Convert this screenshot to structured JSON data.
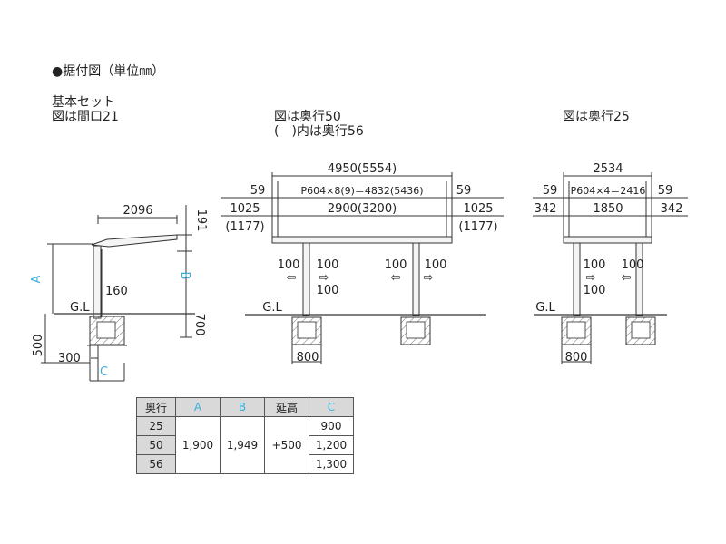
{
  "header": {
    "title": "●据付図（単位㎜）",
    "set_label": "基本セット",
    "set_sub": "図は間口21"
  },
  "front_view": {
    "width": "2096",
    "roof_h": "191",
    "label_a": "A",
    "label_b": "B",
    "post": "160",
    "gl": "G.L",
    "depth_700": "700",
    "depth_500": "500",
    "base_300": "300",
    "label_c": "C"
  },
  "mid_view": {
    "caption1": "図は奥行50",
    "caption2": "(　)内は奥行56",
    "total": "4950(5554)",
    "left_59": "59",
    "right_59": "59",
    "panels": "P604×8(9)＝4832(5436)",
    "left_1025": "1025",
    "left_1177": "(1177)",
    "right_1025": "1025",
    "right_1177": "(1177)",
    "span": "2900(3200)",
    "m100_1": "100",
    "m100_2": "100",
    "m100_3": "100",
    "m100_4": "100",
    "m100_5": "100",
    "gl": "G.L",
    "base": "800"
  },
  "right_view": {
    "caption": "図は奥行25",
    "total": "2534",
    "left_59": "59",
    "right_59": "59",
    "panels": "P604×4＝2416",
    "left_342": "342",
    "span": "1850",
    "right_342": "342",
    "m100_1": "100",
    "m100_2": "100",
    "m100_3": "100",
    "gl": "G.L",
    "base": "800"
  },
  "table": {
    "headers": [
      "奥行",
      "A",
      "B",
      "延高",
      "C"
    ],
    "depths": [
      "25",
      "50",
      "56"
    ],
    "a_value": "1,900",
    "b_value": "1,949",
    "ext_value": "+500",
    "c_values": [
      "900",
      "1,200",
      "1,300"
    ]
  },
  "colors": {
    "accent_cyan": "#3ab0d8",
    "line": "#333333",
    "header_fill": "#d9d9d9"
  }
}
